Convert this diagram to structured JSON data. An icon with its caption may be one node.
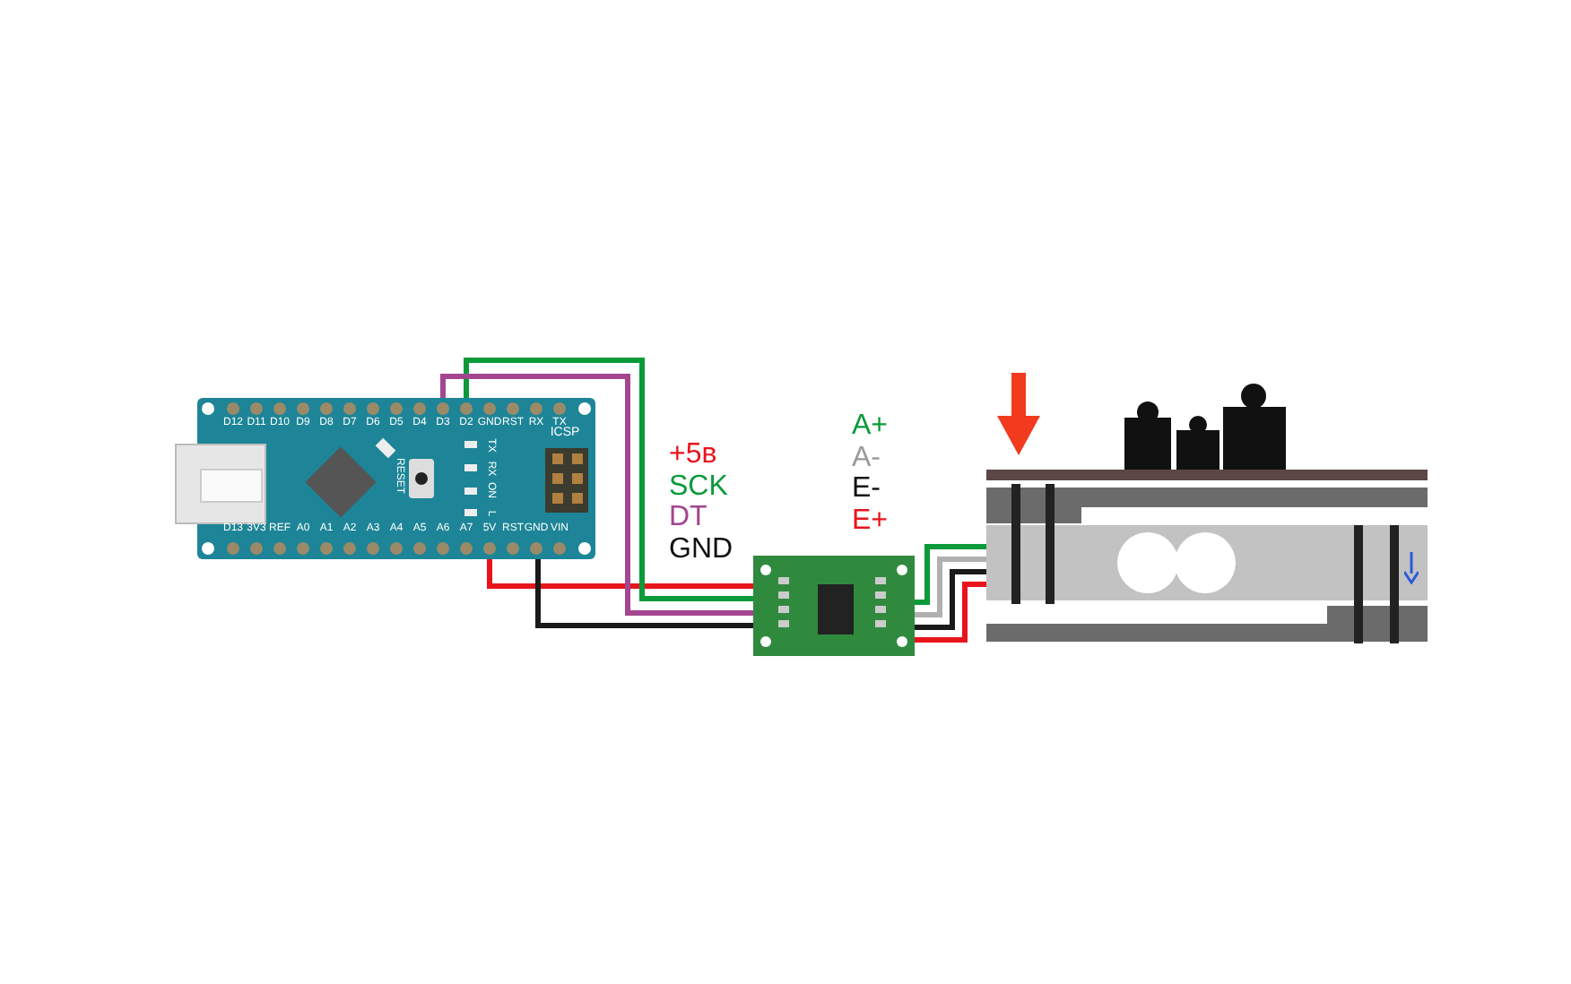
{
  "diagram": {
    "nodes": [
      {
        "text": [],
        "shape": "picture"
      },
      {
        "text": [],
        "shape": "picture"
      },
      {
        "text": [],
        "shape": "picture"
      }
    ],
    "edges": [
      {
        "from": 0,
        "to": 1,
        "arrow": "none",
        "color": "#e8141c"
      },
      {
        "from": 0,
        "to": 1,
        "arrow": "none",
        "color": "#0a9a3a"
      },
      {
        "from": 0,
        "to": 1,
        "arrow": "none",
        "color": "#a3468f"
      },
      {
        "from": 0,
        "to": 1,
        "arrow": "none",
        "color": "#1a1a1a"
      },
      {
        "from": 1,
        "to": 2,
        "arrow": "none",
        "color": "#0a9a3a"
      },
      {
        "from": 1,
        "to": 2,
        "arrow": "none",
        "color": "#b0b0b0"
      },
      {
        "from": 1,
        "to": 2,
        "arrow": "none",
        "color": "#1a1a1a"
      },
      {
        "from": 1,
        "to": 2,
        "arrow": "none",
        "color": "#e8141c"
      }
    ],
    "labels": [
      "D12",
      "D11",
      "D10",
      "D9",
      "D8",
      "D7",
      "D6",
      "D5",
      "D4",
      "D3",
      "D2",
      "GND",
      "RST",
      "RX",
      "TX",
      "ICSP",
      "TX",
      "RX",
      "ON",
      "L",
      "RESET",
      "D13",
      "3V3",
      "REF",
      "A0",
      "A1",
      "A2",
      "A3",
      "A4",
      "A5",
      "A6",
      "A7",
      "5V",
      "RST",
      "GND",
      "VIN",
      "+5в",
      "SCK",
      "DT",
      "GND",
      "A+",
      "A-",
      "E-",
      "E+"
    ]
  }
}
